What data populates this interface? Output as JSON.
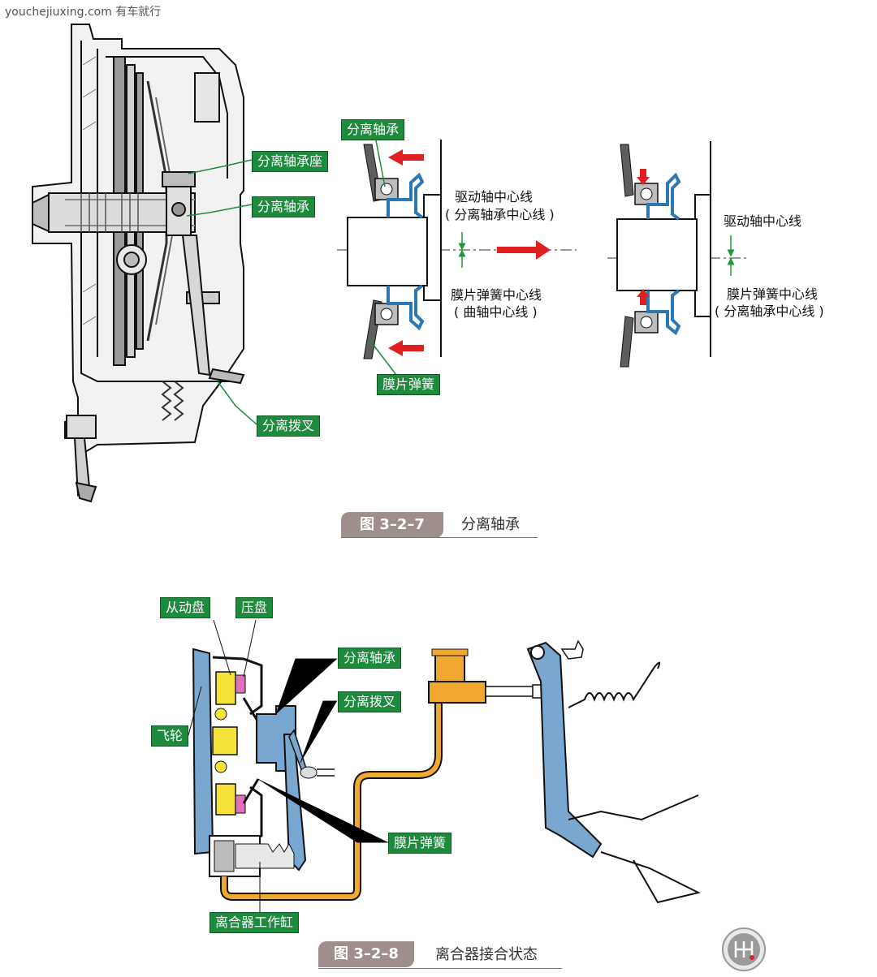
{
  "watermark": "youchejiuxing.com 有车就行",
  "figure_1": {
    "number": "图 3–2–7",
    "title": "分离轴承",
    "labels": {
      "bearing_seat": "分离轴承座",
      "bearing_left": "分离轴承",
      "fork": "分离拨叉",
      "bearing_detail": "分离轴承",
      "diaphragm_spring": "膜片弹簧"
    },
    "notes": {
      "drive_axis_a_line1": "驱动轴中心线",
      "drive_axis_a_line2": "( 分离轴承中心线 )",
      "spring_axis_a_line1": "膜片弹簧中心线",
      "spring_axis_a_line2": "( 曲轴中心线 )",
      "drive_axis_b": "驱动轴中心线",
      "spring_axis_b_line1": "膜片弹簧中心线",
      "spring_axis_b_line2": "( 分离轴承中心线 )"
    }
  },
  "figure_2": {
    "number": "图 3–2–8",
    "title": "离合器接合状态",
    "labels": {
      "driven_disc": "从动盘",
      "pressure_plate": "压盘",
      "release_bearing": "分离轴承",
      "release_fork": "分离拨叉",
      "flywheel": "飞轮",
      "diaphragm_spring": "膜片弹簧",
      "slave_cylinder": "离合器工作缸"
    }
  },
  "colors": {
    "label_green": "#1e8a3c",
    "arrow_red": "#e02020",
    "arrow_green": "#1a9a3a",
    "part_blue": "#7aa7cf",
    "part_yellow": "#f5e23a",
    "hydraulic_orange": "#f0a830"
  }
}
